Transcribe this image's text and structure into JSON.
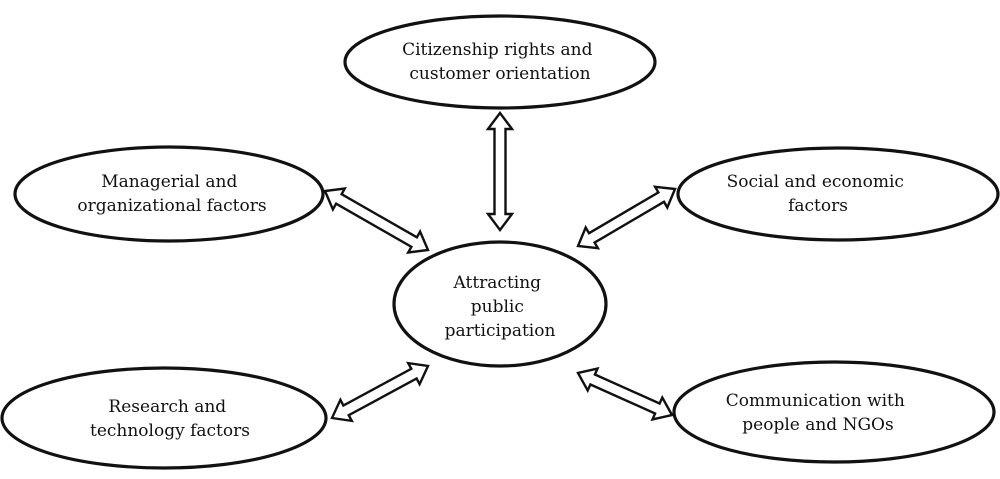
{
  "center": {
    "lines": [
      "Attracting",
      "public",
      "participation"
    ]
  },
  "nodes": {
    "top": {
      "lines": [
        "Citizenship rights and",
        "customer orientation"
      ]
    },
    "upper_left": {
      "lines": [
        "Managerial and",
        "organizational factors"
      ]
    },
    "upper_right": {
      "lines": [
        "Social and economic",
        "factors"
      ]
    },
    "lower_left": {
      "lines": [
        "Research and",
        "technology factors"
      ]
    },
    "lower_right": {
      "lines": [
        "Communication with",
        "people and NGOs"
      ]
    }
  },
  "colors": {
    "stroke": "#111111",
    "fill": "#ffffff",
    "text": "#111111"
  }
}
